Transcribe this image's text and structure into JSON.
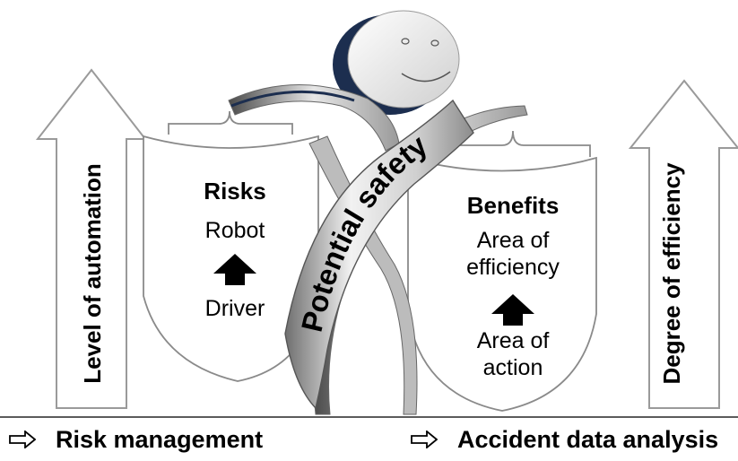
{
  "left_axis": {
    "label": "Level of automation"
  },
  "right_axis": {
    "label": "Degree of efficiency"
  },
  "risks": {
    "title": "Risks",
    "top": "Robot",
    "bottom": "Driver"
  },
  "benefits": {
    "title": "Benefits",
    "top_line1": "Area of",
    "top_line2": "efficiency",
    "bottom_line1": "Area of",
    "bottom_line2": "action"
  },
  "center": {
    "label": "Potential safety"
  },
  "footer": {
    "left": "Risk management",
    "right": "Accident data analysis"
  },
  "colors": {
    "outline": "#8a8a8a",
    "arrow_fill": "#000000",
    "figure_dark": "#1c2e4f",
    "figure_light": "#d9d9d9"
  }
}
